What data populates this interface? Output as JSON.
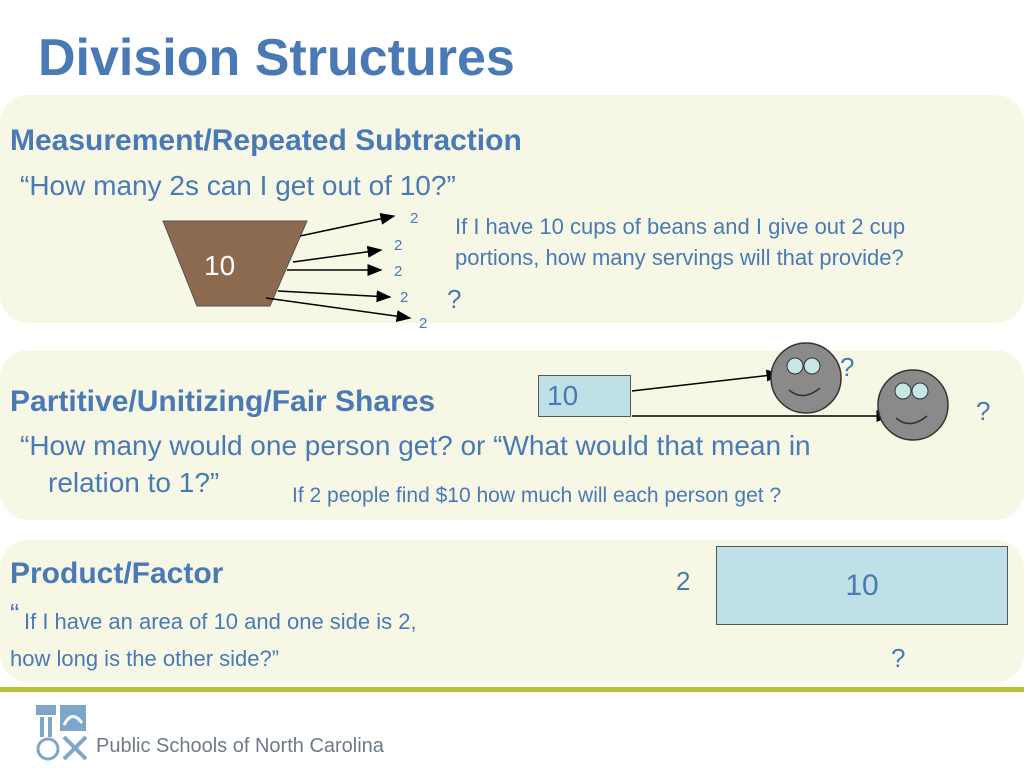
{
  "title": "Division Structures",
  "section1": {
    "heading": "Measurement/Repeated Subtraction",
    "question": "“How many  2s can I get out of 10?”",
    "container_value": "10",
    "portion_labels": [
      "2",
      "2",
      "2",
      "2",
      "2"
    ],
    "example_line1": "If I have 10 cups of beans and I give out 2 cup",
    "example_line2": "portions, how many servings will that provide?",
    "unknown": "?"
  },
  "section2": {
    "heading": "Partitive/Unitizing/Fair Shares",
    "total_value": "10",
    "unknown_1": "?",
    "unknown_2": "?",
    "question_line1": "“How many would one person get?  or “What would that mean in",
    "question_line2": "relation to 1?”",
    "example": "If 2 people find  $10 how much will each person get ?"
  },
  "section3": {
    "heading": "Product/Factor",
    "quote_open": "“",
    "question_line1": "If I have an area of 10 and one side is 2,",
    "question_line2": "how long is the other side?”",
    "side_value": "2",
    "area_value": "10",
    "unknown": "?"
  },
  "footer": {
    "org_name": "Public Schools of North Carolina",
    "logo_icon": "nc-schools-logo-icon"
  },
  "colors": {
    "text_blue": "#4a7ab5",
    "panel_bg": "#f7f7e6",
    "container_brown": "#8b6a50",
    "face_gray": "#8a8a8a",
    "box_blue": "#bfe0e6",
    "rule_green": "#b5c239"
  }
}
